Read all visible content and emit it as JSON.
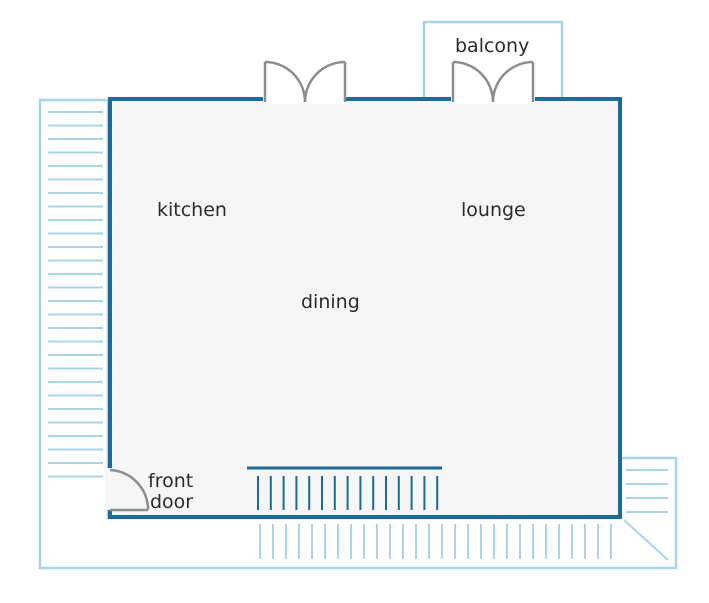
{
  "rooms": {
    "kitchen": "kitchen",
    "lounge": "lounge",
    "dining": "dining",
    "balcony": "balcony",
    "front_door_line1": "front",
    "front_door_line2": "door"
  },
  "colors": {
    "background": "#ffffff",
    "floor": "#f5f6f5",
    "wall": "#1e6b9a",
    "outline_light": "#a9d5e6",
    "door": "#8a8f93"
  }
}
